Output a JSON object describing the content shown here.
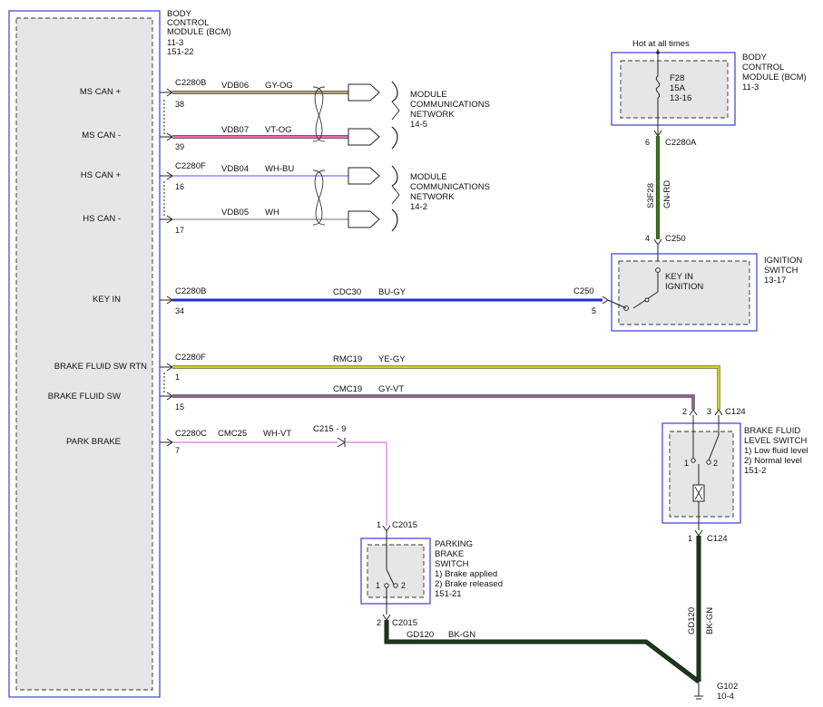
{
  "colors": {
    "module_border": "#4b4bd6",
    "module_fill": "#e6e6e6",
    "gy_og": "#b8a27a",
    "vt_og": "#e46fa6",
    "wh_bu": "#8c8cff",
    "wh": "#bdbdbd",
    "bu_gy": "#1a2bd8",
    "ye_gy": "#d9cd1a",
    "gy_vt": "#9a5a9a",
    "wh_vt": "#e28ae2",
    "bk_gn": "#1e3a1e",
    "gn_rd": "#3f7a1c"
  },
  "bcm": {
    "title": [
      "BODY",
      "CONTROL",
      "MODULE (BCM)"
    ],
    "refs": [
      "11-3",
      "151-22"
    ]
  },
  "inputs": {
    "ms_can_plus": "MS CAN +",
    "ms_can_minus": "MS CAN -",
    "hs_can_plus": "HS CAN +",
    "hs_can_minus": "HS CAN -",
    "key_in": "KEY IN",
    "brake_fluid_sw_rtn": "BRAKE FLUID SW RTN",
    "brake_fluid_sw": "BRAKE FLUID SW",
    "park_brake": "PARK BRAKE"
  },
  "connectors": {
    "c2280b_top": "C2280B",
    "c2280f_mid": "C2280F",
    "c2280b_key": "C2280B",
    "c2280f_brake": "C2280F",
    "c2280c": "C2280C",
    "c215": "C215 - 9",
    "c250_left": "C250",
    "c2280a": "C2280A",
    "c250_top": "C250",
    "c124_top": "C124",
    "c124_bottom": "C124",
    "c2015_top": "C2015",
    "c2015_bottom": "C2015"
  },
  "pins": {
    "p38": "38",
    "p39": "39",
    "p16": "16",
    "p17": "17",
    "p34": "34",
    "p1": "1",
    "p15": "15",
    "p7": "7",
    "p5": "5",
    "p6": "6",
    "p4": "4",
    "c124_2": "2",
    "c124_3": "3",
    "c124_1": "1",
    "c2015_1": "1",
    "c2015_2": "2",
    "sw_1": "1",
    "sw_2": "2",
    "pb_1": "1",
    "pb_2": "2"
  },
  "circuits": {
    "vdb06": "VDB06",
    "gy_og": "GY-OG",
    "vdb07": "VDB07",
    "vt_og": "VT-OG",
    "vdb04": "VDB04",
    "wh_bu": "WH-BU",
    "vdb05": "VDB05",
    "wh": "WH",
    "cdc30": "CDC30",
    "bu_gy": "BU-GY",
    "rmc19": "RMC19",
    "ye_gy": "YE-GY",
    "cmc19": "CMC19",
    "gy_vt": "GY-VT",
    "cmc25": "CMC25",
    "wh_vt": "WH-VT",
    "gd120": "GD120",
    "bk_gn": "BK-GN",
    "gd120_v": "GD120",
    "bk_gn_v": "BK-GN",
    "s3f28": "S3F28",
    "gn_rd": "GN-RD"
  },
  "networks": {
    "ms": [
      "MODULE",
      "COMMUNICATIONS",
      "NETWORK",
      "14-5"
    ],
    "hs": [
      "MODULE",
      "COMMUNICATIONS",
      "NETWORK",
      "14-2"
    ]
  },
  "fuse_box": {
    "hot": "Hot at all times",
    "title": [
      "BODY",
      "CONTROL",
      "MODULE (BCM)",
      "11-3"
    ],
    "fuse": [
      "F28",
      "15A",
      "13-16"
    ]
  },
  "ignition": {
    "title": [
      "IGNITION",
      "SWITCH",
      "13-17"
    ],
    "label": [
      "KEY IN",
      "IGNITION"
    ]
  },
  "brake_fluid": {
    "title": [
      "BRAKE FLUID",
      "LEVEL SWITCH",
      "1) Low fluid level",
      "2) Normal level",
      "151-2"
    ]
  },
  "parking": {
    "title": [
      "PARKING",
      "BRAKE",
      "SWITCH",
      "1) Brake applied",
      "2) Brake released",
      "151-21"
    ]
  },
  "ground": {
    "label": [
      "G102",
      "10-4"
    ]
  }
}
